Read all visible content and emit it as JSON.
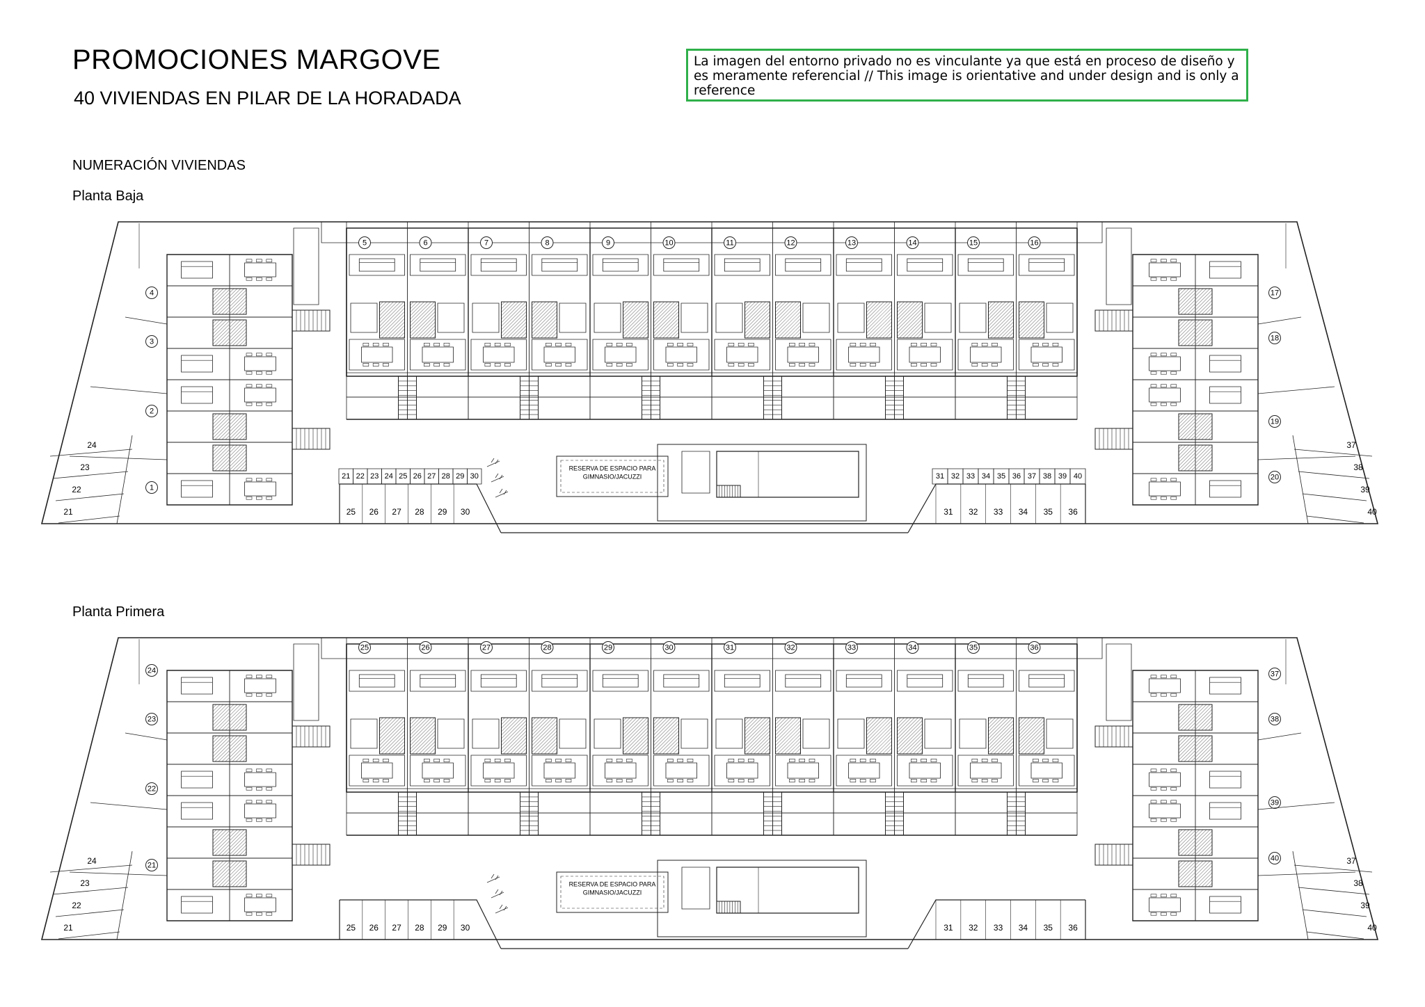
{
  "header": {
    "title": "PROMOCIONES MARGOVE",
    "subtitle": "40 VIVIENDAS EN PILAR DE LA HORADADA",
    "section_label": "NUMERACIÓN VIVIENDAS"
  },
  "disclaimer": {
    "text": "La imagen del entorno privado no es vinculante ya que está en proceso de diseño  y es meramente referencial  // This image is orientative and under design and is only a reference",
    "border_color": "#2fb04a"
  },
  "floors": [
    {
      "label": "Planta Baja",
      "top_units": [
        "5",
        "6",
        "7",
        "8",
        "9",
        "10",
        "11",
        "12",
        "13",
        "14",
        "15",
        "16"
      ],
      "left_units": [
        "4",
        "3",
        "2",
        "1"
      ],
      "right_units": [
        "17",
        "18",
        "19",
        "20"
      ],
      "left_side_units": [
        "24",
        "23",
        "22",
        "21"
      ],
      "right_side_units": [
        "37",
        "38",
        "39",
        "40"
      ],
      "bottom_left_units": [
        "25",
        "26",
        "27",
        "28",
        "29",
        "30"
      ],
      "bottom_right_units": [
        "31",
        "32",
        "33",
        "34",
        "35",
        "36"
      ],
      "storage_left": [
        "21",
        "22",
        "23",
        "24",
        "25",
        "26",
        "27",
        "28",
        "29",
        "30"
      ],
      "storage_right": [
        "31",
        "32",
        "33",
        "34",
        "35",
        "36",
        "37",
        "38",
        "39",
        "40"
      ],
      "gym_label": [
        "RESERVA DE ESPACIO PARA",
        "GIMNASIO/JACUZZI"
      ]
    },
    {
      "label": "Planta Primera",
      "top_units": [
        "25",
        "26",
        "27",
        "28",
        "29",
        "30",
        "31",
        "32",
        "33",
        "34",
        "35",
        "36"
      ],
      "left_units": [
        "24",
        "23",
        "22",
        "21"
      ],
      "right_units": [
        "37",
        "38",
        "39",
        "40"
      ],
      "left_side_units": [
        "24",
        "23",
        "22",
        "21"
      ],
      "right_side_units": [
        "37",
        "38",
        "39",
        "40"
      ],
      "bottom_left_units": [
        "25",
        "26",
        "27",
        "28",
        "29",
        "30"
      ],
      "bottom_right_units": [
        "31",
        "32",
        "33",
        "34",
        "35",
        "36"
      ],
      "storage_left": [],
      "storage_right": [],
      "gym_label": [
        "RESERVA DE ESPACIO PARA",
        "GIMNASIO/JACUZZI"
      ]
    }
  ]
}
